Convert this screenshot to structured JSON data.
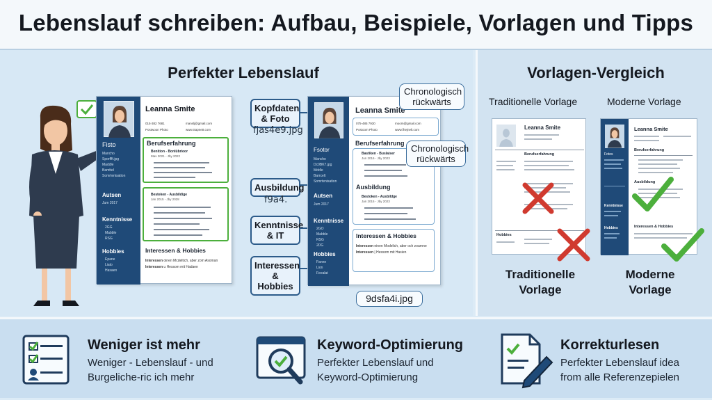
{
  "title": "Lebenslauf schreiben: Aufbau, Beispiele, Vorlagen und Tipps",
  "left_panel": {
    "heading": "Perfekter Lebenslauf",
    "resume1": {
      "name": "Leanna Smite",
      "contact": [
        "015-382 7681",
        "Postwoon Photo",
        "manslj@gmail.com",
        "www.Sapnett.com"
      ],
      "sidebar_photo_label": "Fisto",
      "sidebar_items1": [
        "Mancho",
        "Sporffft.jpg",
        "Maddle",
        "Bamttel",
        "Somrtenisation"
      ],
      "sidebar_section2": "Autsen",
      "sidebar_section2_item": "Jum 2017",
      "sidebar_section3": "Kenntnisse",
      "sidebar_section3_items": [
        "2GG",
        "Mabble",
        "RSG"
      ],
      "sidebar_section4": "Hobbies",
      "sidebar_section4_items": [
        "Epane",
        "Liato",
        "Hasaen"
      ],
      "section1": "Berufserfahrung",
      "job1_title": "Benition - Bonlübrioor",
      "job1_date": "Mav 2021 - Jby 2022",
      "job2_title": "Besteken - Ausbildige",
      "job2_date": "Jan 2015 - Jby 2028",
      "section_interests": "Interessen & Hobbies",
      "interests_lines": [
        {
          "bold": "Interessen",
          "text": " oinen Mcdeltich, aber zom Asoman"
        },
        {
          "bold": "Interessen",
          "text": " u Hessom mit Hadaen"
        }
      ]
    },
    "resume2": {
      "name": "Leanna Smite",
      "contact": [
        "075-485 7930",
        "Postoom Photo",
        "moom@gmail.com",
        "www.fhejnelt.com"
      ],
      "sidebar_photo_label": "Fsotor",
      "sidebar_items1": [
        "Mancho",
        "Dc0BK7.jpg",
        "Mddle",
        "Barrcelt",
        "Somrtenisation"
      ],
      "sidebar_section2": "Autsen",
      "sidebar_section2_item": "Jum 2017",
      "sidebar_section3": "Kenntnisse",
      "sidebar_section3_items": [
        "2GO",
        "Mabble",
        "RSG",
        "2DG"
      ],
      "sidebar_section4": "Hobbies",
      "sidebar_section4_items": [
        "Fanne",
        "Lion",
        "Feealat"
      ],
      "section1": "Berufserfahrung",
      "job1_title": "Bastiken - Buslaiser",
      "job1_date": "Jun 2016 - Jby 2023",
      "section2": "Ausbildung",
      "job2_title": "Bestoken - Ausbildge",
      "job2_date": "Jan 2015 - Jby 2023",
      "section_interests": "Interessen & Hobbies",
      "interests_lines": [
        {
          "bold": "Interessen",
          "text": " einen Modelich, aber och zoarnne"
        },
        {
          "bold": "Interessen",
          "text": " | Hessom mit Hasien"
        }
      ]
    },
    "callouts": [
      {
        "text": "Kopfdaten & Foto"
      },
      {
        "text": "Ausbildung"
      },
      {
        "text": "Kenntnisse & IT"
      },
      {
        "text": "Interessen & Hobbies"
      }
    ],
    "codes": [
      "fjas4e9.jpg",
      "f9a4.",
      "9dsfa4i.jpg"
    ],
    "bubbles": [
      "Chronologisch rückwärts",
      "Chronologisch rückwärts"
    ]
  },
  "right_panel": {
    "heading": "Vorlagen-Vergleich",
    "col1_label": "Traditionelle Vorlage",
    "col2_label": "Moderne Vorlage",
    "col1_big": [
      "Traditionelle",
      "Vorlage"
    ],
    "col2_big": [
      "Moderne",
      "Vorlage"
    ],
    "trad_resume": {
      "name": "Leanna Smite",
      "section1": "Berufserfahrung",
      "hobbies": "Hobbies"
    },
    "mod_resume": {
      "name": "Leanna Smite",
      "photo": "Fotos",
      "section1": "Berufserfahrung",
      "section2": "Ausbildung",
      "kenntnisse": "Kenntnisse",
      "hobbies": "Hobbies",
      "interests": "Interessen & Hobbies"
    }
  },
  "tips": [
    {
      "title": "Weniger ist mehr",
      "lines": [
        "Weniger - Lebenslauf - und",
        "Burgeliche-ric ich mehr"
      ]
    },
    {
      "title": "Keyword-Optimierung",
      "lines": [
        "Perfekter Lebenslauf und",
        "Keyword-Optimierung"
      ]
    },
    {
      "title": "Korrekturlesen",
      "lines": [
        "Perfekter Lebenslauf idea",
        "from alle Referenzepielen"
      ]
    }
  ],
  "colors": {
    "navy": "#1f4a78",
    "green": "#4caf3c",
    "red": "#d03a2f",
    "panel": "#d7e8f5"
  }
}
